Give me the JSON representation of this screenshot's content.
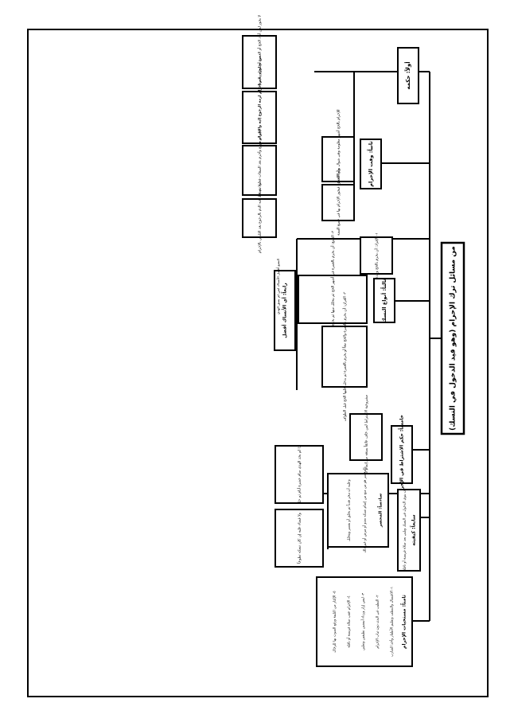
{
  "root": {
    "title": "من مسائل ترك الإحرام (وهو قيد الدخول في النسك)"
  },
  "branches": {
    "b1": {
      "title": "أولاً: حكمه",
      "boxes": [
        "لا يجوز لمن أراد الحج أو العمرة أن يتجاوز الميقات إلا وهو محرم",
        "من تجاوزه بغير إحرام لزمه الرجوع إليه والإحرام منه ما لم يخش فوات",
        "فإن لم يرجع وأحرم بعد الميقات فعليه دم عند الجمهور",
        "ولا يسقط عنه الدم بالرجوع بعد التلبس بالإحرام"
      ]
    },
    "b2": {
      "title": "ثانياً: وقت الإحرام",
      "boxes": [
        "للإحرام بالحج أشهر معلومة وهي شوال وذو القعدة وعشر ذي الحجة",
        "وأما العمرة فيجوز الإحرام بها في جميع السنة"
      ]
    },
    "b3": {
      "title": "ثالثاً: أنواع النسك",
      "boxes": [
        "١- الإفراد: أن يحرم بالحج وحده",
        "٢- التمتع: أن يحرم بالعمرة في أشهر الحج ثم يتحلل منها ثم يحرم بالحج من عامه وعليه الهدي",
        "٣- القران: أن يحرم بالعمرة والحج معاً أو يحرم بالعمرة ثم يدخل عليها الحج قبل الطواف"
      ]
    },
    "b4": {
      "title": "رابعاً: أي الأنساك أفضل",
      "boxes": [
        "التمتع أفضل الأنساك لمن لم يسق الهدي"
      ]
    },
    "b5": {
      "title": "خامساً: حكم الاشتراط في الإحرام",
      "boxes": [
        "مشروعية الاشتراط لمن خاف عائقاً يمنعه من إتمام نسكه",
        "فإذا اشترط ثم حبس حل ولا شيء عليه"
      ]
    },
    "b6": {
      "title": "سادساً: المحصر",
      "boxes": [
        "المحصر هو من منع من إتمام نسكه بعدو أو مرض أو غير ذلك",
        "وعليه أن ينحر هدياً ثم يحلق أو يقصر ويتحلل",
        "إذا لم يجد الهدي صام عشرة أيام ثم حل",
        "ولا قضاء عليه إن كان نسكه تطوعاً"
      ]
    },
    "b7": {
      "title": "سابعاً: كيفيته",
      "boxes": [
        "أن ينوي الدخول في النسك ويلبي بعد صلاة فريضة أو نافلة"
      ]
    },
    "b8": {
      "title": "ثامناً: مستحبات الإحرام",
      "boxes": [
        "١- الاغتسال والتنظف وتقليم الأظفار وأخذ الشارب",
        "٢- التطيب في البدن دون ثياب الإحرام",
        "٣- لبس إزار ورداء أبيضين نظيفين ونعلين",
        "٤- الإحرام عقب صلاة فريضة أو نافلة",
        "٥- الإكثار من التلبية ورفع الصوت بها للرجال"
      ]
    }
  }
}
